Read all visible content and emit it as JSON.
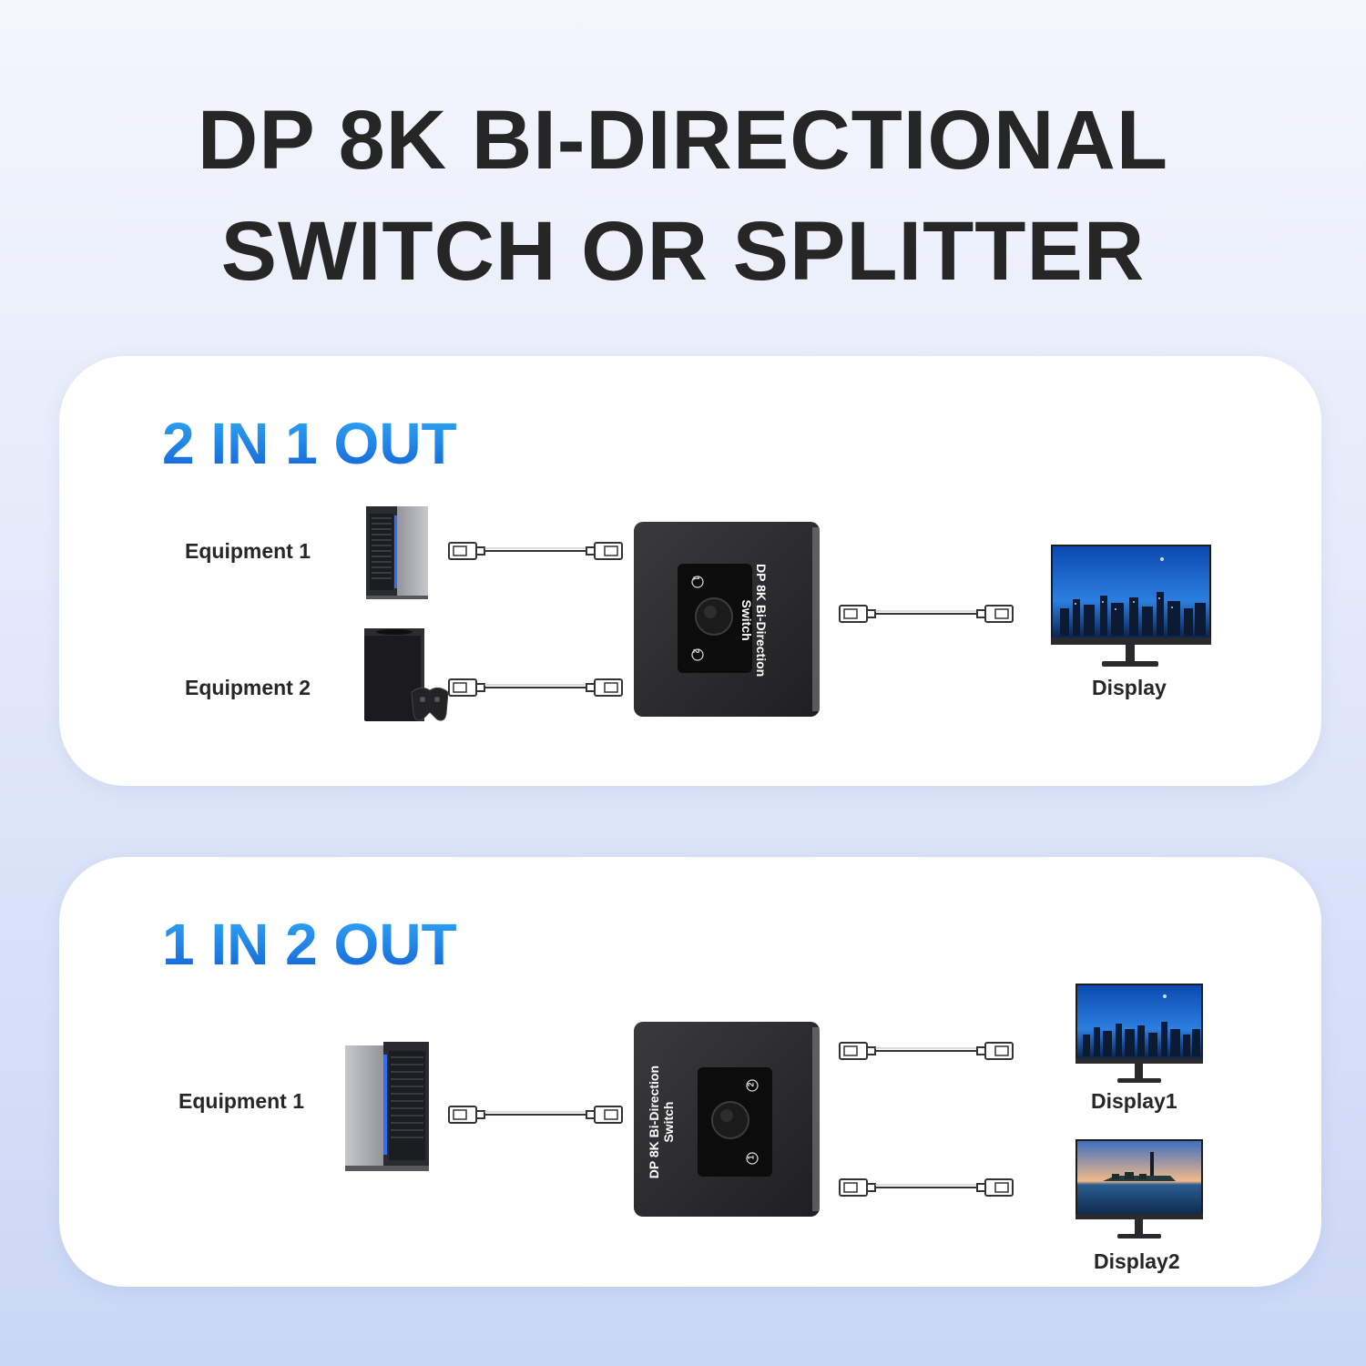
{
  "header": {
    "line1": "DP 8K BI-DIRECTIONAL",
    "line2": "SWITCH OR SPLITTER"
  },
  "colors": {
    "accent_blue": "#1e88e5",
    "title_dark": "#262626",
    "switch_body": "#2c2c2e"
  },
  "modes": [
    {
      "title": "2 IN 1 OUT",
      "inputs": [
        "Equipment 1",
        "Equipment 2"
      ],
      "outputs": [
        "Display"
      ],
      "switch_label_line1": "DP 8K Bi-Direction",
      "switch_label_line2": "Switch",
      "port_1": "1",
      "port_2": "2",
      "icons": [
        "pc-tower-icon",
        "game-console-icon",
        "monitor-icon"
      ]
    },
    {
      "title": "1 IN 2 OUT",
      "inputs": [
        "Equipment 1"
      ],
      "outputs": [
        "Display1",
        "Display2"
      ],
      "switch_label_line1": "DP 8K Bi-Direction",
      "switch_label_line2": "Switch",
      "port_1": "1",
      "port_2": "2",
      "icons": [
        "pc-tower-icon",
        "monitor-icon",
        "monitor-icon"
      ]
    }
  ]
}
